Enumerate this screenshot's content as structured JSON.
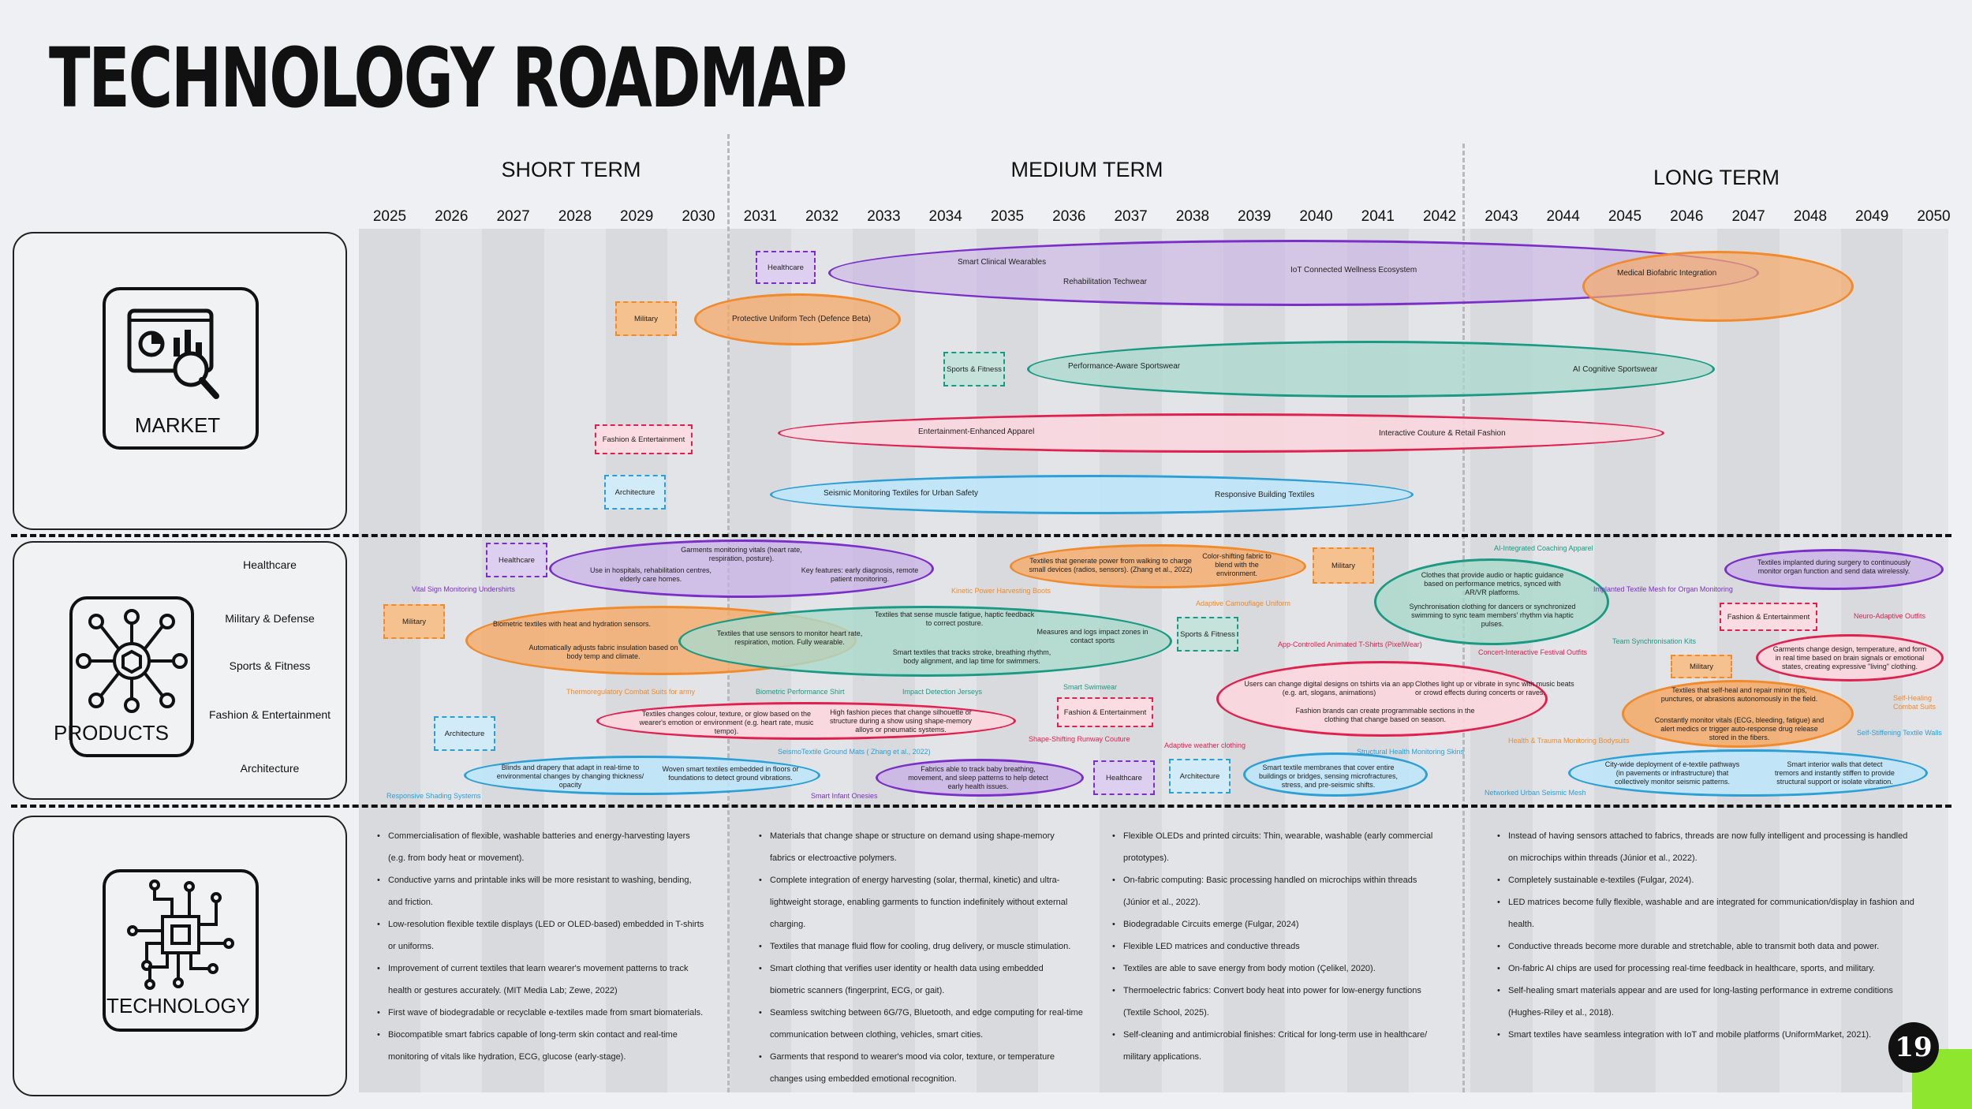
{
  "title": "TECHNOLOGY ROADMAP",
  "phases": [
    {
      "label": "SHORT TERM"
    },
    {
      "label": "MEDIUM TERM"
    },
    {
      "label": "LONG TERM"
    }
  ],
  "years": [
    "2025",
    "2026",
    "2027",
    "2028",
    "2029",
    "2030",
    "2031",
    "2032",
    "2033",
    "2034",
    "2035",
    "2036",
    "2037",
    "2038",
    "2039",
    "2040",
    "2041",
    "2042",
    "2043",
    "2044",
    "2045",
    "2046",
    "2047",
    "2048",
    "2049",
    "2050"
  ],
  "categories": {
    "market": "MARKET",
    "products": "PRODUCTS",
    "technology": "TECHNOLOGY"
  },
  "product_rows": [
    "Healthcare",
    "Military & Defense",
    "Sports & Fitness",
    "Fashion & Entertainment",
    "Architecture"
  ],
  "colors": {
    "healthcare": "#7b2fc9",
    "military": "#f08a2a",
    "sports": "#1a9a83",
    "fashion": "#e0214f",
    "architecture": "#2b9fd6",
    "badge_accent": "#8ee62e"
  },
  "market": {
    "tags": [
      "Healthcare",
      "Military",
      "Sports & Fitness",
      "Fashion & Entertainment",
      "Architecture"
    ],
    "healthcare": [
      "Smart Clinical Wearables",
      "Rehabilitation Techwear",
      "IoT Connected Wellness Ecosystem"
    ],
    "military": [
      "Protective Uniform Tech (Defence Beta)",
      "Medical Biofabric Integration"
    ],
    "sports": [
      "Performance-Aware Sportswear",
      "AI Cognitive Sportswear"
    ],
    "fashion": [
      "Entertainment-Enhanced Apparel",
      "Interactive Couture & Retail Fashion"
    ],
    "architecture": [
      "Seismic Monitoring Textiles for Urban Safety",
      "Responsive Building Textiles"
    ]
  },
  "products": {
    "tags": [
      "Healthcare",
      "Military",
      "Architecture",
      "Military",
      "Sports & Fitness",
      "Fashion & Entertainment",
      "Healthcare",
      "Architecture",
      "Fashion & Entertainment",
      "Military"
    ],
    "texts": [
      "Garments monitoring vitals (heart rate,\nrespiration, posture).",
      "Use in hospitals, rehabilitation centres,\nelderly care homes.",
      "Key features: early diagnosis, remote\npatient monitoring.",
      "Biometric textiles with heat and hydration sensors.",
      "Automatically adjusts fabric insulation based on\nbody temp and climate.",
      "Textiles that use sensors to monitor heart rate,\nrespiration, motion. Fully wearable.",
      "Textiles that sense muscle fatigue, haptic feedback\nto correct posture.",
      "Measures and logs impact zones in\ncontact sports",
      "Smart textiles that tracks stroke, breathing rhythm,\nbody alignment, and lap time for swimmers.",
      "Textiles that generate power from walking to charge\nsmall devices (radios, sensors). (Zhang et al., 2022)",
      "Color-shifting fabric to\nblend with the\nenvironment.",
      "Textiles changes colour, texture, or glow based on the\nwearer's emotion or environment (e.g. heart rate, music\ntempo).",
      "High fashion pieces that change silhouette or\nstructure during a show using shape-memory\nalloys or pneumatic systems.",
      "Blinds and drapery that adapt in real-time to\nenvironmental changes by changing thickness/\nopacity",
      "Woven smart textiles embedded in floors or\nfoundations to detect ground vibrations.",
      "Fabrics able to track baby breathing,\nmovement, and sleep patterns to help detect\nearly health issues.",
      "Clothes that provide audio or haptic guidance\nbased on performance metrics, synced with\nAR/VR platforms.",
      "Synchronisation clothing for dancers or synchronized\nswimming to sync team members' rhythm via haptic\npulses.",
      "Users can change digital designs on tshirts via an app\n(e.g. art, slogans, animations)",
      "Clothes light up or vibrate in sync with music beats\nor crowd effects during concerts or raves.",
      "Fashion brands can create programmable sections in the\nclothing that change based on season.",
      "Smart textile membranes that cover entire\nbuildings or bridges, sensing microfractures,\nstress, and pre-seismic shifts.",
      "Textiles implanted during surgery to continuously\nmonitor organ function and send data wirelessly.",
      "Garments change design, temperature, and form\nin real time based on brain signals or emotional\nstates, creating expressive \"living\" clothing.",
      "Textiles that self-heal and repair minor rips,\npunctures, or abrasions autonomously in the field.",
      "Constantly monitor vitals (ECG, bleeding, fatigue) and\nalert medics or trigger auto-response drug release\nstored in the fibers.",
      "City-wide deployment of e-textile pathways\n(in pavements or infrastructure) that\ncollectively monitor seismic patterns.",
      "Smart interior walls that detect\ntremors and instantly stiffen to provide\nstructural support or isolate vibration."
    ],
    "labels": [
      "Vital Sign Monitoring Undershirts",
      "Thermoregulatory Combat Suits for army",
      "Biometric Performance Shirt",
      "Impact Detection Jerseys",
      "Smart Swimwear",
      "Kinetic Power Harvesting Boots",
      "Adaptive Camouflage Uniform",
      "Shape-Shifting Runway Couture",
      "Adaptive weather clothing",
      "SeismoTextile Ground Mats ( Zhang et al., 2022)",
      "Responsive Shading Systems",
      "Smart Infant Onesies",
      "AI-Integrated Coaching Apparel",
      "App-Controlled Animated T-Shirts (PixelWear)",
      "Concert-Interactive Festival Outfits",
      "Team Synchronisation Kits",
      "Structural Health Monitoring Skins",
      "Networked Urban Seismic Mesh",
      "Implanted Textile Mesh for Organ Monitoring",
      "Neuro-Adaptive Outfits",
      "Self-Healing\nCombat Suits",
      "Health & Trauma Monitoring Bodysuits",
      "Self-Stiffening Textile Walls"
    ]
  },
  "technology": {
    "short": [
      "Commercialisation of flexible, washable batteries and energy-harvesting layers",
      "(e.g. from body heat or movement).",
      "Conductive yarns and printable inks will be more resistant to washing, bending,",
      "and friction.",
      "Low-resolution flexible textile displays (LED or OLED-based) embedded in T-shirts",
      "or uniforms.",
      " Improvement of current textiles that learn wearer's movement patterns to track",
      "health or gestures accurately. (MIT Media Lab; Zewe, 2022)",
      " First wave of biodegradable or recyclable e-textiles made from smart biomaterials.",
      "Biocompatible smart fabrics capable of long-term skin contact and real-time",
      "monitoring of vitals like hydration, ECG, glucose (early-stage)."
    ],
    "medium_a": [
      "Materials that change shape or structure on demand using shape-memory",
      "fabrics or electroactive polymers.",
      "Complete integration of energy harvesting (solar, thermal, kinetic) and ultra-",
      "lightweight storage, enabling garments to function indefinitely without external",
      "charging.",
      " Textiles that manage fluid flow for cooling, drug delivery, or muscle stimulation.",
      " Smart clothing that verifies user identity or health data using embedded",
      "biometric scanners (fingerprint, ECG, or gait).",
      "Seamless switching between 6G/7G, Bluetooth, and edge computing for real-time",
      "communication between clothing, vehicles, smart cities.",
      "Garments that respond to wearer's mood via color, texture, or temperature",
      "changes using embedded emotional recognition."
    ],
    "medium_b": [
      "Flexible OLEDs and printed circuits: Thin, wearable, washable (early commercial",
      "prototypes).",
      "On-fabric computing: Basic processing handled on microchips within threads",
      "(Júnior et al., 2022).",
      "Biodegradable Circuits emerge (Fulgar, 2024)",
      "Flexible LED matrices and conductive threads",
      "Textiles are able to save energy from body motion (Çelikel, 2020).",
      "Thermoelectric fabrics: Convert body heat into power for low-energy functions",
      "(Textile School, 2025).",
      "Self-cleaning and antimicrobial finishes: Critical for long-term use in healthcare/",
      "military applications."
    ],
    "long": [
      "Instead of having sensors attached to fabrics, threads are now fully intelligent and processing is handled",
      "on microchips within threads (Júnior et al., 2022).",
      "Completely sustainable e-textiles (Fulgar, 2024).",
      "LED matrices become fully flexible, washable and are integrated for communication/display in fashion and",
      "health.",
      "Conductive threads become more durable and stretchable, able to transmit both data and power.",
      "On-fabric AI chips are used for processing real-time feedback in healthcare, sports, and military.",
      "Self-healing smart materials appear and are used for long-lasting performance in extreme conditions",
      "(Hughes-Riley et al., 2018).",
      "Smart textiles have seamless integration with IoT and mobile platforms (UniformMarket, 2021)."
    ]
  },
  "badge": "19"
}
